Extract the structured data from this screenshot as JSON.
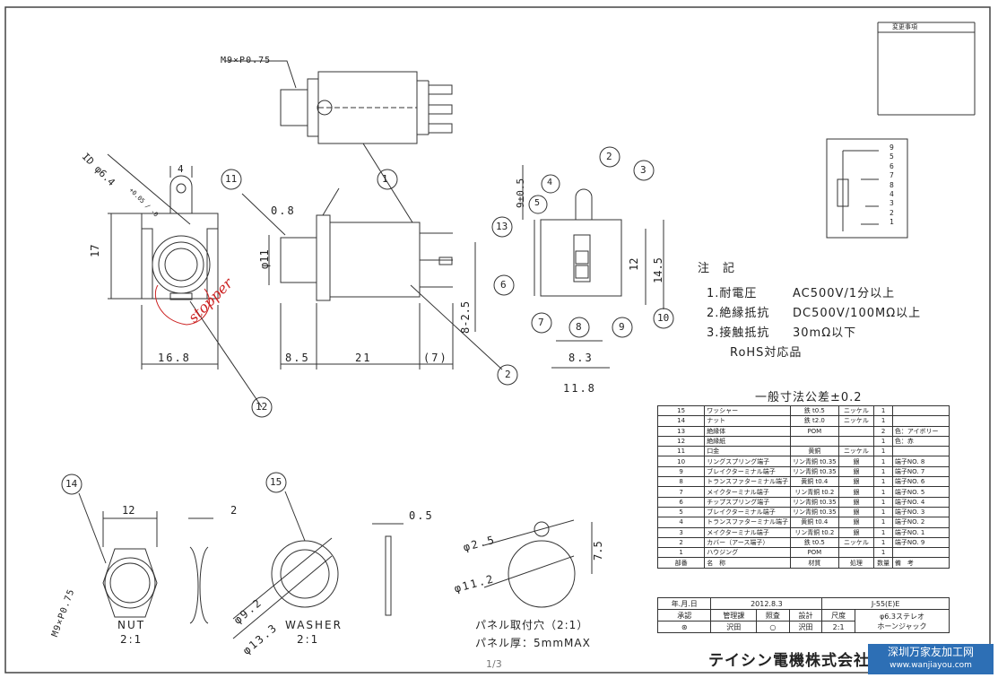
{
  "revision_header": "変更事項",
  "drawing": {
    "thread_label": "M9×P0.75",
    "id_label": "ID φ6.4",
    "id_tol": "+0.05 / -0",
    "dims": {
      "d4": "4",
      "d17": "17",
      "d16_8": "16.8",
      "d0_8": "0.8",
      "d11": "φ11",
      "d8_5": "8.5",
      "d21": "21",
      "d7": "(7)",
      "d8_2_5": "8-2.5",
      "d9": "9±0.5",
      "d12": "12",
      "d14_5": "14.5",
      "d8_3": "8.3",
      "d11_8": "11.8",
      "nut_12": "12",
      "nut_2": "2",
      "washer_0_5": "0.5",
      "phi2_5": "φ2.5",
      "phi11_2": "φ11.2",
      "d7_5": "7.5",
      "phi9_2": "φ9.2",
      "phi13_3": "φ13.3",
      "nut_thread": "M9×P0.75"
    },
    "stopper": "stopper",
    "balloons": [
      "1",
      "2",
      "3",
      "4",
      "5",
      "6",
      "7",
      "8",
      "9",
      "10",
      "11",
      "12",
      "13",
      "14",
      "15"
    ],
    "pin_numbers": [
      "9",
      "5",
      "6",
      "7",
      "8",
      "4",
      "3",
      "2",
      "1"
    ]
  },
  "captions": {
    "nut": "NUT",
    "nut_scale": "2:1",
    "washer": "WASHER",
    "washer_scale": "2:1",
    "panel_hole": "パネル取付穴（2:1）",
    "panel_thickness": "パネル厚：5mmMAX"
  },
  "notes": {
    "title": "注　記",
    "items": [
      {
        "label": "1.耐電圧",
        "value": "AC500V/1分以上"
      },
      {
        "label": "2.絶縁抵抗",
        "value": "DC500V/100MΩ以上"
      },
      {
        "label": "3.接触抵抗",
        "value": "30mΩ以下"
      }
    ],
    "rohs": "RoHS対応品",
    "tolerance": "一般寸法公差±0.2"
  },
  "parts": [
    [
      "15",
      "ワッシャー",
      "鉄 t0.5",
      "ニッケル",
      "1",
      ""
    ],
    [
      "14",
      "ナット",
      "鉄 t2.0",
      "ニッケル",
      "1",
      ""
    ],
    [
      "13",
      "絶縁体",
      "POM",
      "",
      "2",
      "色：アイボリー"
    ],
    [
      "12",
      "絶縁紙",
      "",
      "",
      "1",
      "色：赤"
    ],
    [
      "11",
      "口金",
      "黄銅",
      "ニッケル",
      "1",
      ""
    ],
    [
      "10",
      "リングスプリング端子",
      "リン青銅 t0.35",
      "銀",
      "1",
      "端子NO. 8"
    ],
    [
      "9",
      "ブレイクターミナル端子",
      "リン青銅 t0.35",
      "銀",
      "1",
      "端子NO. 7"
    ],
    [
      "8",
      "トランスファターミナル端子",
      "黄銅 t0.4",
      "銀",
      "1",
      "端子NO. 6"
    ],
    [
      "7",
      "メイクターミナル端子",
      "リン青銅 t0.2",
      "銀",
      "1",
      "端子NO. 5"
    ],
    [
      "6",
      "チップスプリング端子",
      "リン青銅 t0.35",
      "銀",
      "1",
      "端子NO. 4"
    ],
    [
      "5",
      "ブレイクターミナル端子",
      "リン青銅 t0.35",
      "銀",
      "1",
      "端子NO. 3"
    ],
    [
      "4",
      "トランスファターミナル端子",
      "黄銅 t0.4",
      "銀",
      "1",
      "端子NO. 2"
    ],
    [
      "3",
      "メイクターミナル端子",
      "リン青銅 t0.2",
      "銀",
      "1",
      "端子NO. 1"
    ],
    [
      "2",
      "カバー（アース端子）",
      "鉄 t0.5",
      "ニッケル",
      "1",
      "端子NO. 9"
    ],
    [
      "1",
      "ハウジング",
      "POM",
      "",
      "1",
      ""
    ],
    [
      "部番",
      "名　称",
      "材質",
      "処理",
      "数量",
      "備　考"
    ]
  ],
  "title_block": {
    "date_label": "年.月.日",
    "date": "2012.8.3",
    "part_no": "J-55(E)E",
    "approve": "承認",
    "manager": "管理課",
    "inspect": "照査",
    "design": "設計",
    "scale_label": "尺度",
    "drafter": "沢田",
    "designer": "沢田",
    "scale": "2:1",
    "product": "φ6.3ステレオ",
    "product2": "ホーンジャック",
    "company": "テイシン電機株式会社"
  },
  "watermark": {
    "line1": "深圳万家友加工网",
    "line2": "www.wanjiayou.com"
  },
  "page": "1/3"
}
